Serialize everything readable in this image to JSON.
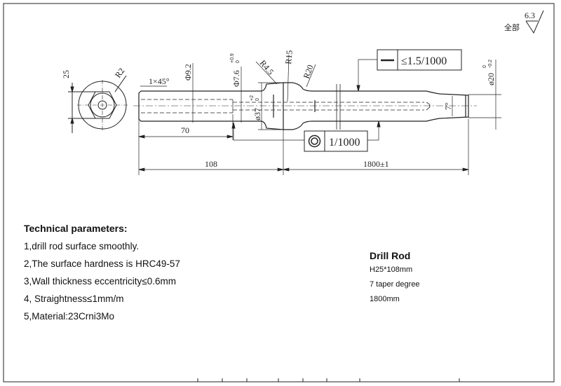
{
  "drawing": {
    "surface_finish": {
      "scope": "全部",
      "roughness": "6.3"
    },
    "end_view": {
      "dim_hex": "25",
      "radius": "R2"
    },
    "dims": {
      "chamfer": "1×45°",
      "phi_9_2": "Φ9.2",
      "phi_7_6": "Φ7.6",
      "phi_7_6_tol_upper": "+0.9",
      "phi_7_6_tol_lower": "0",
      "r4_5": "R4.5",
      "r15": "R15",
      "r20": "R20",
      "dia_37": "ø37",
      "dia_37_tol_upper": "+2",
      "dia_37_tol_lower": "0",
      "len_70": "70",
      "len_108": "108",
      "len_1800": "1800±1",
      "taper": "7°",
      "dia_20": "ø20",
      "dia_20_tol_upper": "0",
      "dia_20_tol_lower": "-0.2"
    },
    "straightness_tolerance": "≤1.5/1000",
    "concentricity_tolerance": "1/1000"
  },
  "notes": {
    "title": "Technical parameters:",
    "items": [
      "1,drill rod surface smoothly.",
      "2,The surface hardness is HRC49-57",
      "3,Wall thickness eccentricity≤0.6mm",
      "4, Straightness≤1mm/m",
      "5,Material:23Crni3Mo"
    ]
  },
  "spec": {
    "title": "Drill Rod",
    "lines": [
      "H25*108mm",
      "7 taper degree",
      "1800mm"
    ]
  }
}
